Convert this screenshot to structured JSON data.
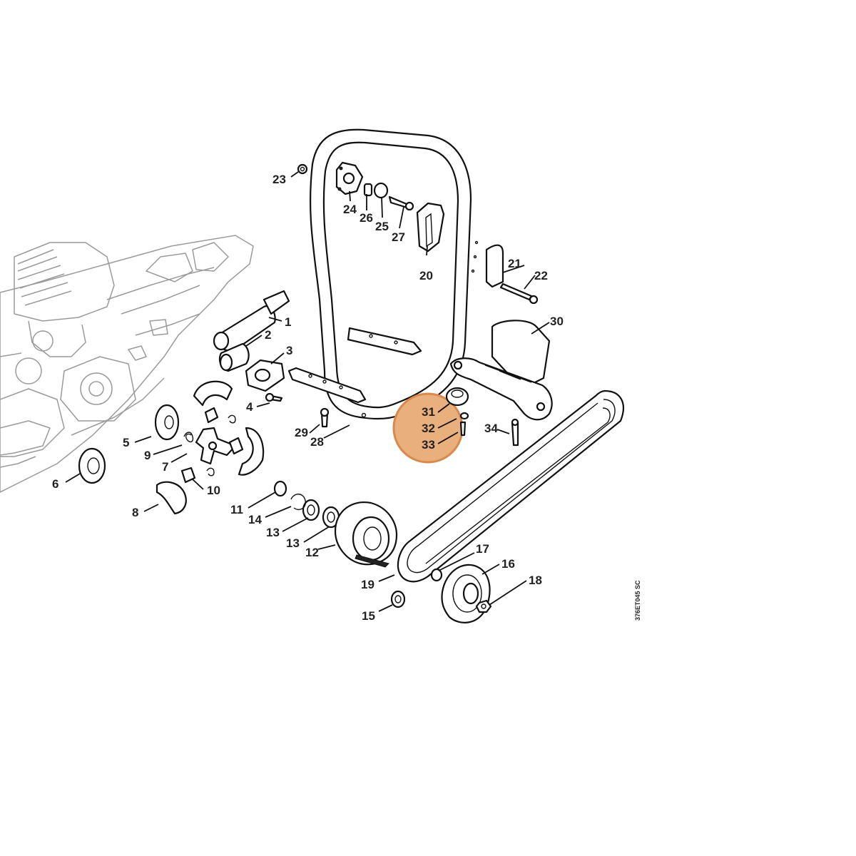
{
  "diagram": {
    "drawing_code": "376ET045 SC",
    "highlight": {
      "color": "#d9894a",
      "fill": "#e9b07e",
      "parts": [
        "31",
        "32",
        "33"
      ]
    },
    "labels": {
      "p1": "1",
      "p2": "2",
      "p3": "3",
      "p4": "4",
      "p5": "5",
      "p6": "6",
      "p7": "7",
      "p8": "8",
      "p9": "9",
      "p10": "10",
      "p11": "11",
      "p12": "12",
      "p13a": "13",
      "p13b": "13",
      "p14": "14",
      "p15": "15",
      "p16": "16",
      "p17": "17",
      "p18": "18",
      "p19": "19",
      "p20": "20",
      "p21": "21",
      "p22": "22",
      "p23": "23",
      "p24": "24",
      "p25": "25",
      "p26": "26",
      "p27": "27",
      "p28": "28",
      "p29": "29",
      "p30": "30",
      "p31": "31",
      "p32": "32",
      "p33": "33",
      "p34": "34"
    }
  }
}
